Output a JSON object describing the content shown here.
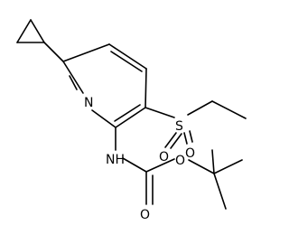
{
  "molecule": {
    "atoms": {
      "N1": "N",
      "S1": "S",
      "O1": "O",
      "O2": "O",
      "NH": "NH",
      "O3": "O",
      "O4": "O"
    }
  }
}
